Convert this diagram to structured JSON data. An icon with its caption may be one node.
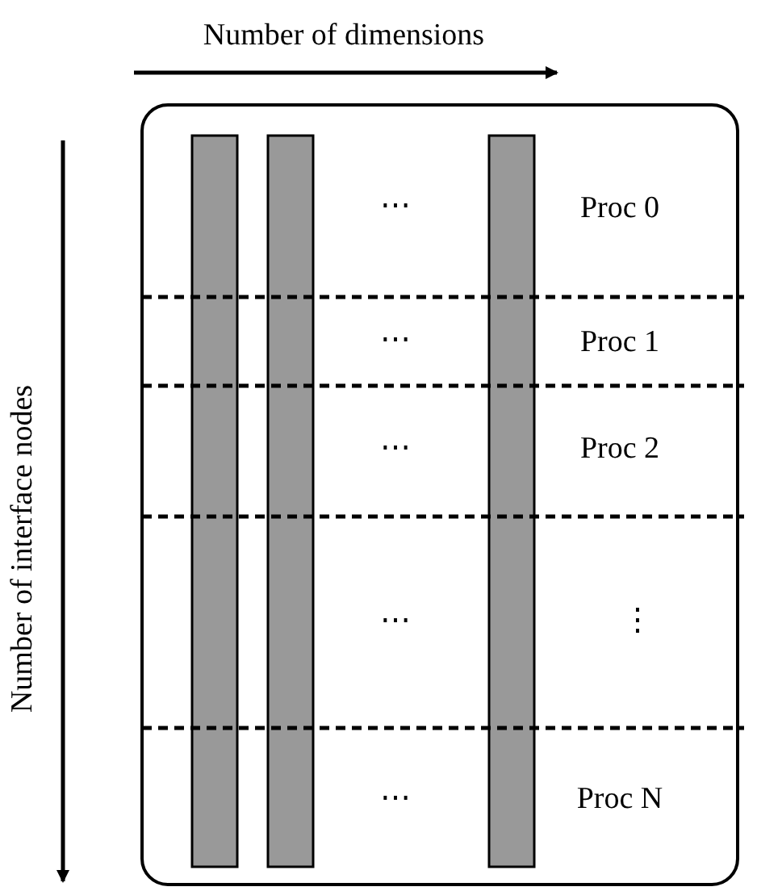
{
  "diagram": {
    "labels": [
      "Number of dimensions",
      "Number of interface nodes",
      "⋯",
      "Proc 0",
      "⋯",
      "Proc 1",
      "⋯",
      "Proc 2",
      "⋯",
      "⋮",
      "⋯",
      "Proc N"
    ]
  }
}
